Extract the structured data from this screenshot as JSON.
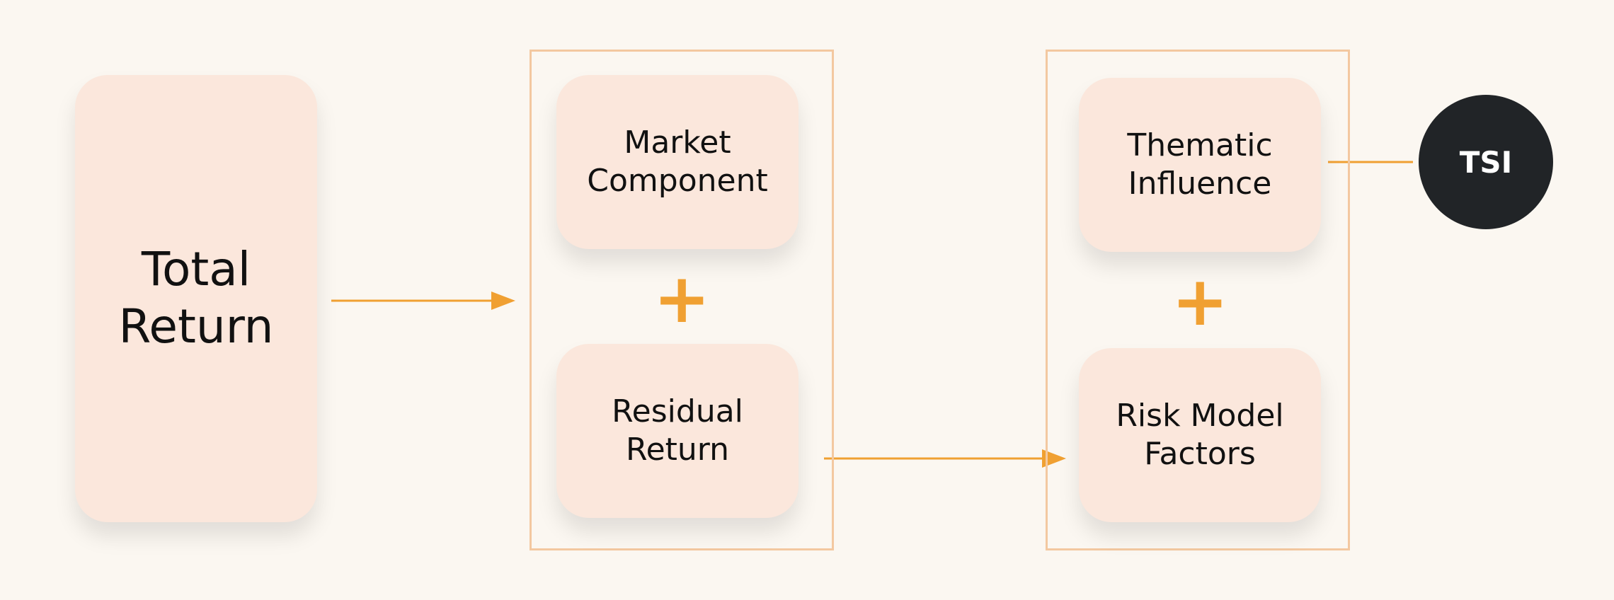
{
  "diagram": {
    "colors": {
      "background": "#fbf7f1",
      "node_fill": "#fbe7dc",
      "group_border": "#f3c8a0",
      "accent": "#f0a032",
      "badge_fill": "#212427"
    },
    "total_return": {
      "label": "Total\nReturn"
    },
    "group_one": {
      "top": {
        "label": "Market\nComponent"
      },
      "operator": "+",
      "bottom": {
        "label": "Residual\nReturn"
      }
    },
    "group_two": {
      "top": {
        "label": "Thematic\nInfluence"
      },
      "operator": "+",
      "bottom": {
        "label": "Risk Model\nFactors"
      }
    },
    "badge": {
      "label": "TSI"
    }
  }
}
